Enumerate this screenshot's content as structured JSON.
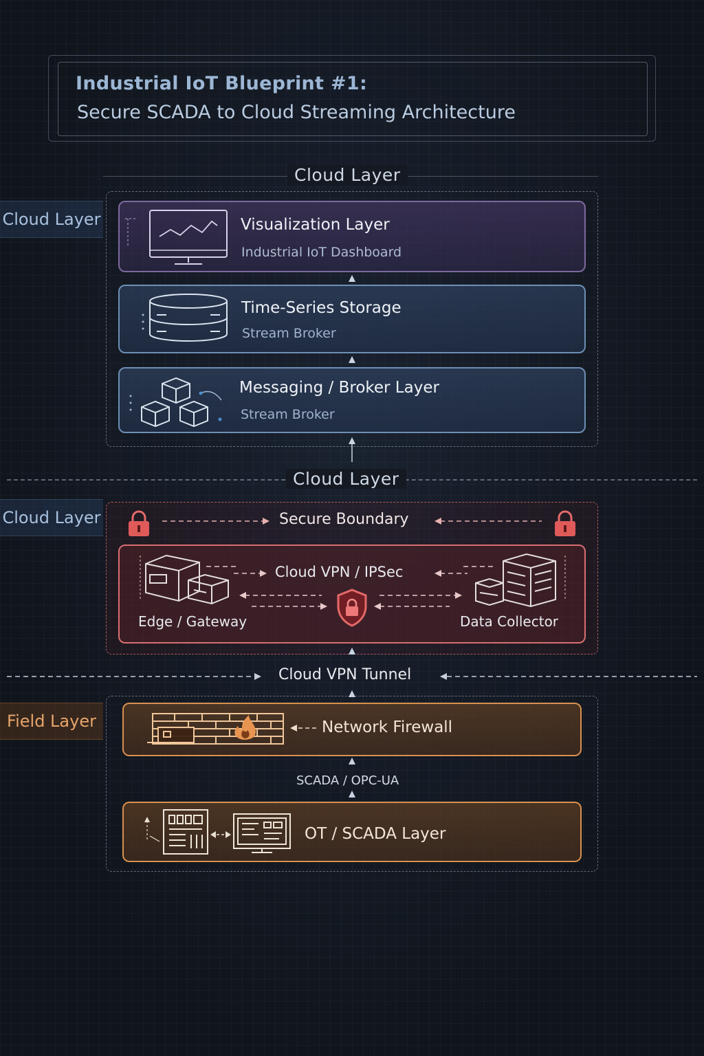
{
  "title": {
    "main": "Industrial IoT Blueprint #1:",
    "subtitle": "Secure SCADA to Cloud Streaming Architecture"
  },
  "sections": {
    "top_heading": "Cloud Layer",
    "middle_heading": "Cloud Layer"
  },
  "side_labels": {
    "cloud_1": "Cloud Layer",
    "cloud_2": "Cloud Layer",
    "field": "Field Layer"
  },
  "cloud_stack": {
    "visualization": {
      "title": "Visualization Layer",
      "subtitle": "Industrial IoT Dashboard",
      "icon": "monitor-chart-icon"
    },
    "storage": {
      "title": "Time-Series Storage",
      "subtitle": "Stream Broker",
      "icon": "database-icon"
    },
    "messaging": {
      "title": "Messaging / Broker Layer",
      "subtitle": "Stream Broker",
      "icon": "cubes-icon"
    }
  },
  "secure_zone": {
    "boundary_label": "Secure Boundary",
    "vpn_label": "Cloud VPN / IPSec",
    "edge_label": "Edge / Gateway",
    "collector_label": "Data Collector",
    "icons": [
      "lock-icon",
      "shield-lock-icon",
      "server-icon"
    ]
  },
  "tunnel_label": "Cloud VPN Tunnel",
  "field_stack": {
    "firewall_label": "Network Firewall",
    "protocol_label": "SCADA / OPC-UA",
    "ot_label": "OT / SCADA Layer",
    "icons": [
      "firewall-icon",
      "plc-icon",
      "hmi-screen-icon"
    ]
  },
  "colors": {
    "visualization": "#7c6a9e",
    "cloud": "#6f8fb5",
    "secure": "#d86f6f",
    "field": "#d99150",
    "background": "#12161e"
  }
}
